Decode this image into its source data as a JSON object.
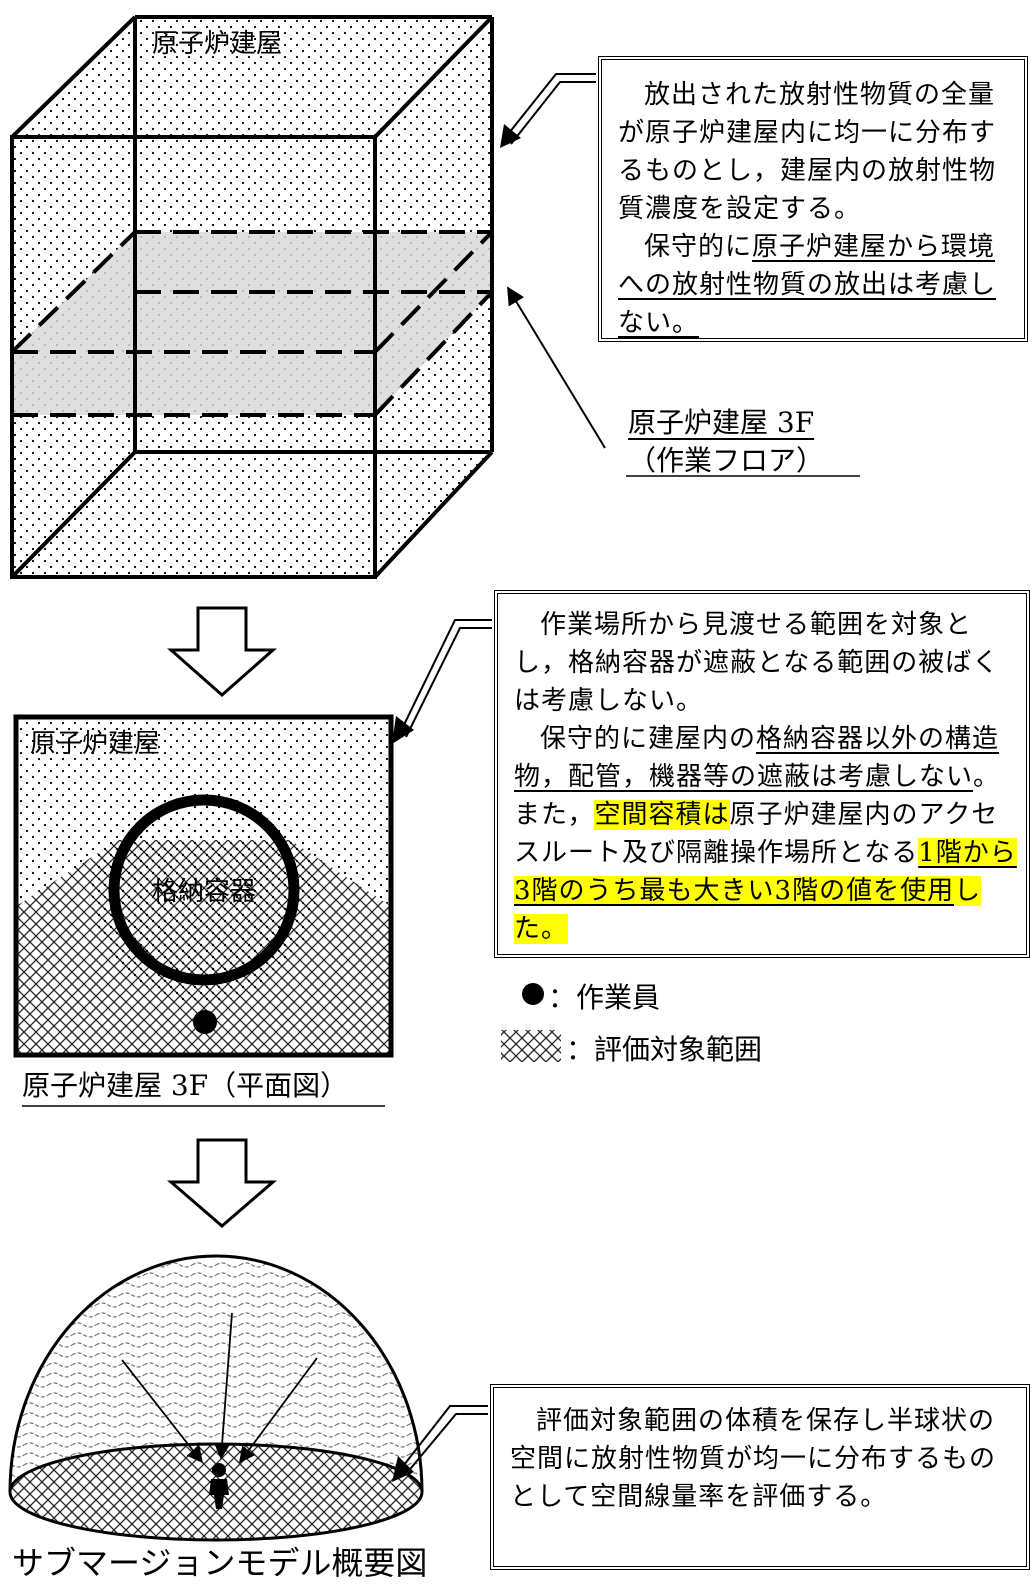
{
  "building_3d": {
    "label": "原子炉建屋"
  },
  "callout_1": {
    "para1": "放出された放射性物質の全量が原子炉建屋内に均一に分布するものとし，建屋内の放射性物質濃度を設定する。",
    "para2_pre": "保守的に",
    "para2_underlined": "原子炉建屋から環境への放射性物質の放出は考慮しない。"
  },
  "floor_label": {
    "line1": "原子炉建屋 3F",
    "line2": "（作業フロア）"
  },
  "plan_view": {
    "building_label": "原子炉建屋",
    "containment_label": "格納容器",
    "caption": "原子炉建屋 3F（平面図）"
  },
  "callout_2": {
    "para1": "作業場所から見渡せる範囲を対象とし，格納容器が遮蔽となる範囲の被ばくは考慮しない。",
    "para2_a": "保守的に建屋内の",
    "para2_b_underlined": "格納容器以外の構造物，配管，機器等の遮蔽は考慮しない",
    "para2_c": "。また，",
    "para2_d_highlight": "空間容積は",
    "para2_e": "原子炉建屋内のアクセスルート及び隔離操作場所となる",
    "para2_f_highlight_underlined": "1階から3階のうち最も大きい3階の値を使用",
    "para2_g_highlight": "した。"
  },
  "legend": {
    "worker": "：作業員",
    "eval_range": "：評価対象範囲"
  },
  "callout_3": {
    "para1": "評価対象範囲の体積を保存し半球状の空間に放射性物質が均一に分布するものとして空間線量率を評価する。"
  },
  "dome": {
    "caption": "サブマージョンモデル概要図"
  }
}
